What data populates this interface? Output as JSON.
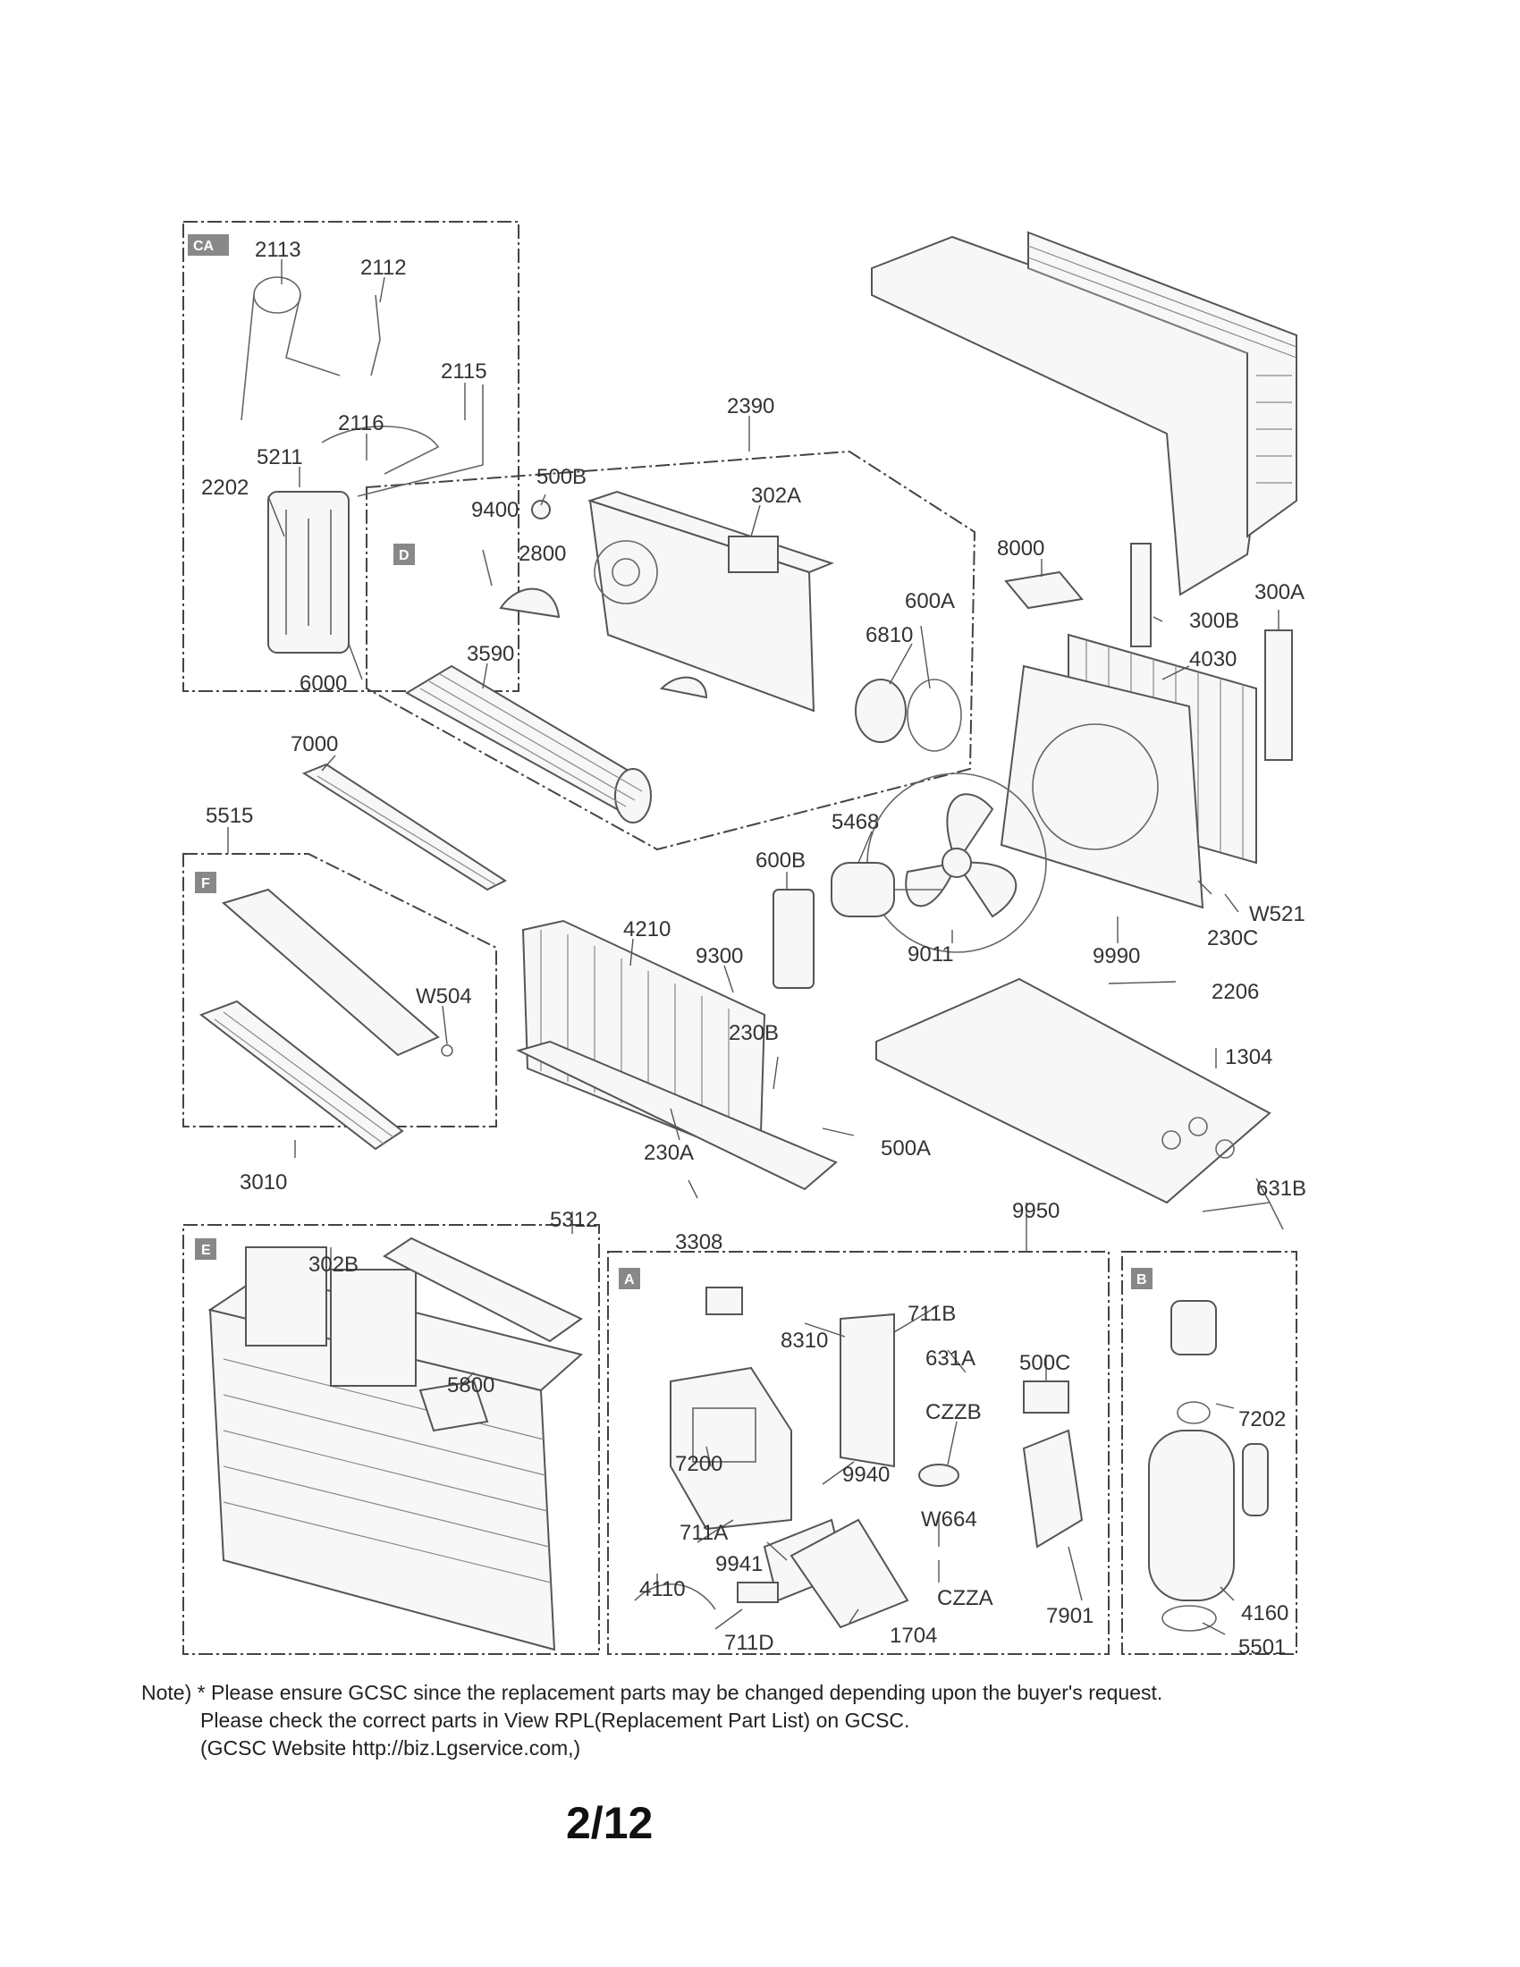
{
  "section_tags": {
    "ca": "CA",
    "d": "D",
    "f": "F",
    "e": "E",
    "a": "A",
    "b": "B"
  },
  "labels": {
    "p2113": "2113",
    "p2112": "2112",
    "p2115": "2115",
    "p2116": "2116",
    "p5211": "5211",
    "p2202": "2202",
    "p6000": "6000",
    "p2390": "2390",
    "p500B": "500B",
    "p9400": "9400",
    "p2800": "2800",
    "p302A": "302A",
    "p8000": "8000",
    "p600A": "600A",
    "p6810": "6810",
    "p300A": "300A",
    "p300B": "300B",
    "p4030": "4030",
    "p3590": "3590",
    "p7000": "7000",
    "p5515": "5515",
    "p5468": "5468",
    "p600B": "600B",
    "pW521": "W521",
    "p230C": "230C",
    "p9011": "9011",
    "p9990": "9990",
    "p4210": "4210",
    "p9300": "9300",
    "p2206": "2206",
    "pW504": "W504",
    "p230B": "230B",
    "p1304": "1304",
    "p230A": "230A",
    "p500A": "500A",
    "p3010": "3010",
    "p631B": "631B",
    "p3308": "3308",
    "p5312": "5312",
    "p9950": "9950",
    "p302B": "302B",
    "p711B": "711B",
    "p8310": "8310",
    "p631A": "631A",
    "p500C": "500C",
    "p5800": "5800",
    "pCZZB": "CZZB",
    "p7202": "7202",
    "p7200": "7200",
    "p9940": "9940",
    "pW664": "W664",
    "p711A": "711A",
    "p9941": "9941",
    "p4110": "4110",
    "pCZZA": "CZZA",
    "p7901": "7901",
    "p4160": "4160",
    "p1704": "1704",
    "p711D": "711D",
    "p5501": "5501"
  },
  "note": {
    "line1": "Note) * Please ensure GCSC since the replacement parts may be changed depending upon the buyer's request.",
    "line2": "Please check  the correct parts in View RPL(Replacement Part List) on GCSC.",
    "line3": "(GCSC Website  http://biz.Lgservice.com,)"
  },
  "page_number": "2/12"
}
